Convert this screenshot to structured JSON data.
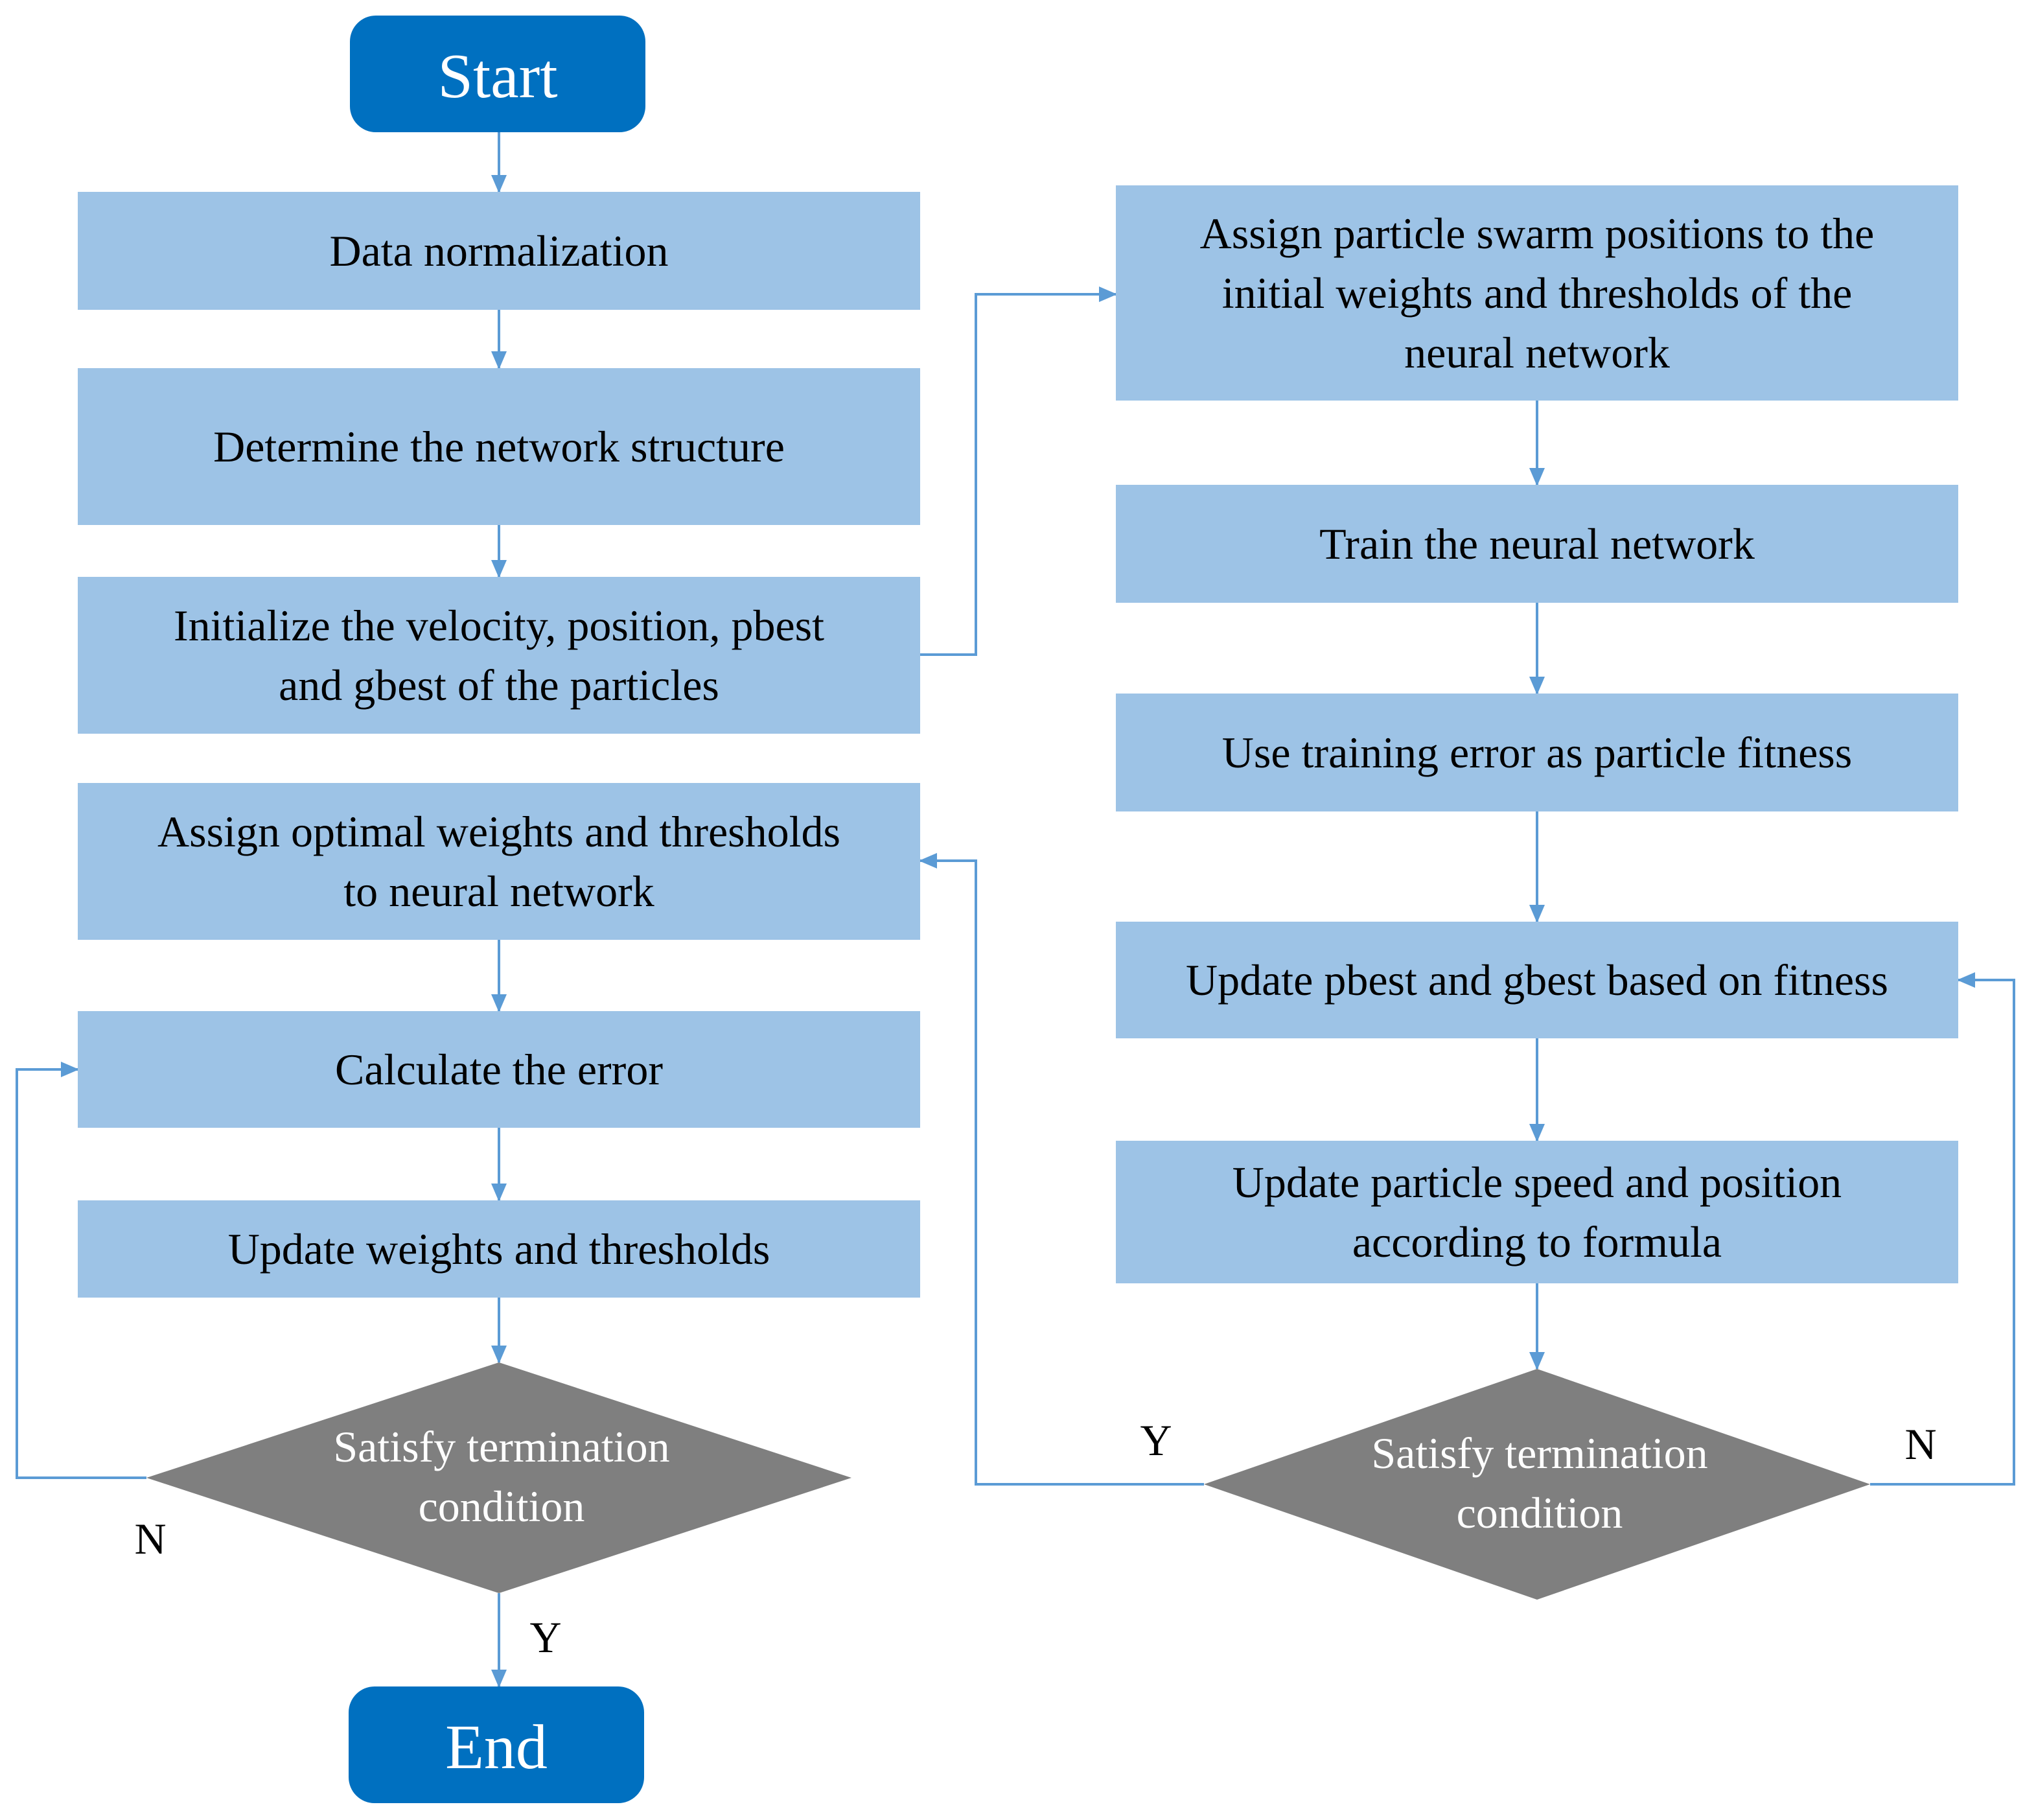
{
  "colors": {
    "process_fill": "#9dc3e6",
    "terminal_fill": "#0070c0",
    "decision_fill": "#7f7f7f",
    "connector": "#5b9bd5",
    "text_dark": "#000000",
    "text_light": "#ffffff"
  },
  "nodes": {
    "start": {
      "lines": [
        "Start"
      ]
    },
    "end": {
      "lines": [
        "End"
      ]
    },
    "data_normalization": {
      "lines": [
        "Data normalization"
      ]
    },
    "determine_structure": {
      "lines": [
        "Determine the network structure"
      ]
    },
    "initialize_particles": {
      "lines": [
        "Initialize the velocity, position, pbest",
        "and gbest of the particles"
      ]
    },
    "assign_optimal": {
      "lines": [
        "Assign optimal weights and thresholds",
        "to neural network"
      ]
    },
    "calculate_error": {
      "lines": [
        "Calculate the error"
      ]
    },
    "update_weights": {
      "lines": [
        "Update weights and thresholds"
      ]
    },
    "decision_left": {
      "lines": [
        "Satisfy termination",
        "condition"
      ]
    },
    "assign_swarm": {
      "lines": [
        "Assign particle swarm positions to the",
        "initial weights and thresholds of the",
        "neural network"
      ]
    },
    "train_network": {
      "lines": [
        "Train the neural network"
      ]
    },
    "training_error": {
      "lines": [
        "Use training error as particle fitness"
      ]
    },
    "update_pbest": {
      "lines": [
        "Update pbest and gbest based on fitness"
      ]
    },
    "update_speed": {
      "lines": [
        "Update particle speed and position",
        "according to formula"
      ]
    },
    "decision_right": {
      "lines": [
        "Satisfy termination",
        "condition"
      ]
    }
  },
  "edge_labels": {
    "left_no": "N",
    "left_yes": "Y",
    "right_yes": "Y",
    "right_no": "N"
  }
}
